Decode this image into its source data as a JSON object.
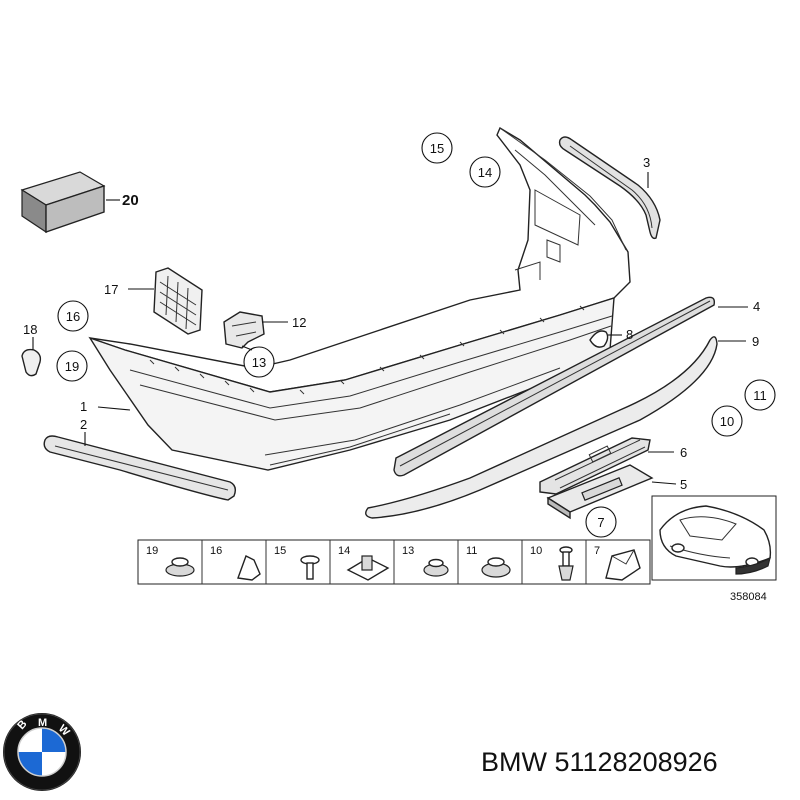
{
  "callouts": {
    "p1": "1",
    "p2": "2",
    "p3": "3",
    "p4": "4",
    "p5": "5",
    "p6": "6",
    "p7": "7",
    "p8": "8",
    "p9": "9",
    "p10": "10",
    "p11": "11",
    "p12": "12",
    "p13": "13",
    "p14": "14",
    "p15": "15",
    "p16": "16",
    "p17": "17",
    "p18": "18",
    "p19": "19",
    "p20": "20"
  },
  "strip": [
    "19",
    "16",
    "15",
    "14",
    "13",
    "11",
    "10",
    "7"
  ],
  "drawing_number": "358084",
  "brand": {
    "logo_letters": "BMW",
    "caption": "BMW 51128208926",
    "logo_colors": {
      "blue": "#1c69d4",
      "white": "#ffffff",
      "ring": "#111111"
    }
  }
}
